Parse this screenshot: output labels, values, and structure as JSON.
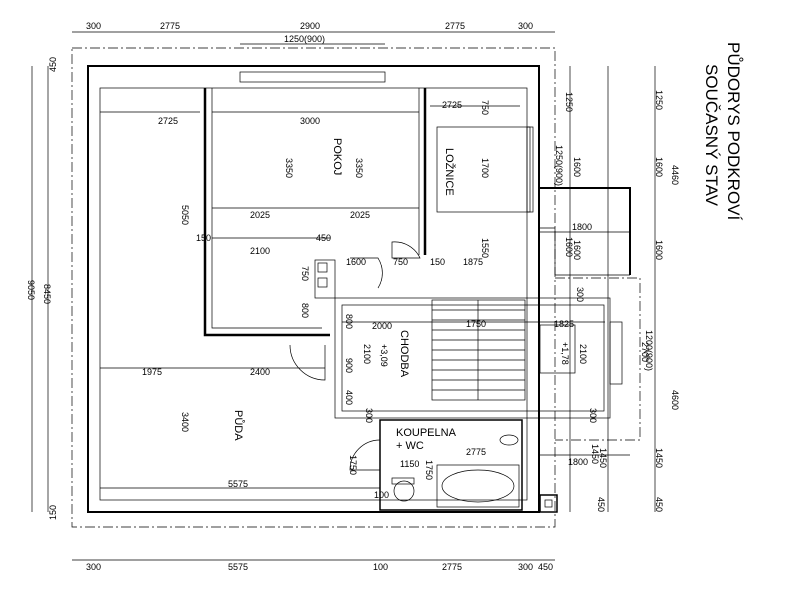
{
  "title": {
    "line1": "PŮDORYS PODKROVÍ",
    "line2": "SOUČASNÝ STAV"
  },
  "rooms": {
    "pokoj": "POKOJ",
    "loznice": "LOŽNICE",
    "puda": "PŮDA",
    "chodba": "CHODBA",
    "koupelna": "KOUPELNA",
    "wc": "+ WC",
    "level1": "+3,09",
    "level2": "+1,78"
  },
  "dims": {
    "top": [
      "300",
      "2775",
      "2900",
      "2775",
      "300"
    ],
    "top_sub": "1250(900)",
    "bottom": [
      "300",
      "5575",
      "100",
      "2775",
      "300",
      "450"
    ],
    "left_outer": "9050",
    "left_inner": "8450",
    "left_top": "450",
    "left_bottom": "150",
    "right_a": [
      "1250",
      "1600",
      "1600",
      "300",
      "2700",
      "1450",
      "450"
    ],
    "right_b": [
      "1250",
      "4460",
      "1600",
      "4600",
      "1450",
      "450"
    ],
    "right_c": "1200(900)",
    "right_d": "1250(900)",
    "interior": {
      "d2725a": "2725",
      "d3000": "3000",
      "d2725b": "2725",
      "d750a": "750",
      "d1700": "1700",
      "d3350a": "3350",
      "d3350b": "3350",
      "d5050": "5050",
      "d2025a": "2025",
      "d2025b": "2025",
      "d150a": "150",
      "d2100a": "2100",
      "d450": "450",
      "d1550": "1550",
      "d1800a": "1800",
      "d1600": "1600",
      "d750b": "750",
      "d1600b": "1600",
      "d750c": "750",
      "d150b": "150",
      "d1875": "1875",
      "d800a": "800",
      "d800b": "800",
      "d2000": "2000",
      "d1750": "1750",
      "d1825": "1825",
      "d2100b": "2100",
      "d2100c": "2100",
      "d900": "900",
      "d1975": "1975",
      "d2400": "2400",
      "d400": "400",
      "d3400": "3400",
      "d300a": "300",
      "d300b": "300",
      "d2775": "2775",
      "d1150": "1150",
      "d1750b": "1750",
      "d1750c": "1750",
      "d1800b": "1800",
      "d5575": "5575",
      "d100": "100",
      "d1450": "1450"
    }
  }
}
